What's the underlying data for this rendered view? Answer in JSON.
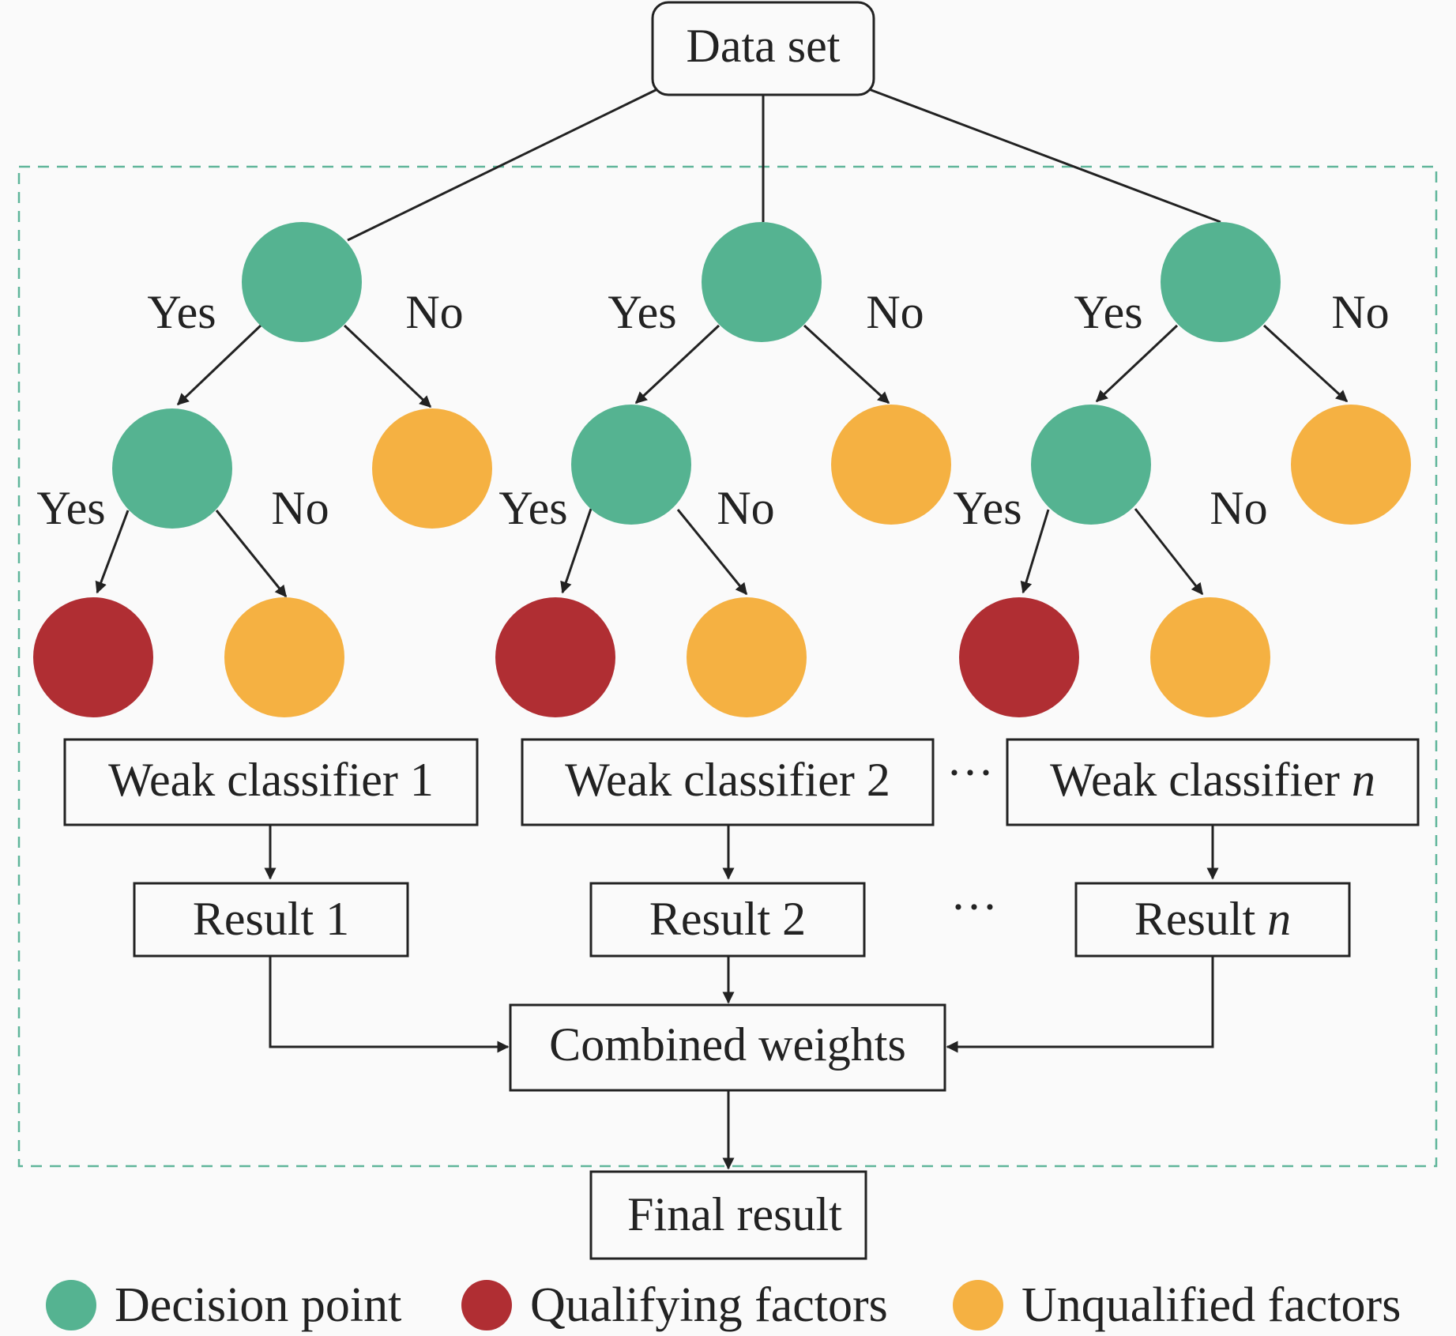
{
  "top_node": {
    "label": "Data set"
  },
  "branch_labels": {
    "yes": "Yes",
    "no": "No"
  },
  "classifiers": [
    {
      "label": "Weak classifier",
      "suffix": "1",
      "suffix_italic": false
    },
    {
      "label": "Weak classifier",
      "suffix": "2",
      "suffix_italic": false
    },
    {
      "label": "Weak classifier",
      "suffix": "n",
      "suffix_italic": true
    }
  ],
  "results": [
    {
      "label": "Result",
      "suffix": "1",
      "suffix_italic": false
    },
    {
      "label": "Result",
      "suffix": "2",
      "suffix_italic": false
    },
    {
      "label": "Result",
      "suffix": "n",
      "suffix_italic": true
    }
  ],
  "ellipsis": "···",
  "combine": {
    "label": "Combined weights"
  },
  "final": {
    "label": "Final result"
  },
  "legend": [
    {
      "key": "decision",
      "label": "Decision point",
      "color": "#55b391"
    },
    {
      "key": "qualifying",
      "label": "Qualifying factors",
      "color": "#b02e33"
    },
    {
      "key": "unqualified",
      "label": "Unqualified factors",
      "color": "#f5b142"
    }
  ],
  "colors": {
    "decision": "#55b391",
    "qualifying": "#b02e33",
    "unqualified": "#f5b142",
    "ensemble_border": "#5fb59a"
  }
}
